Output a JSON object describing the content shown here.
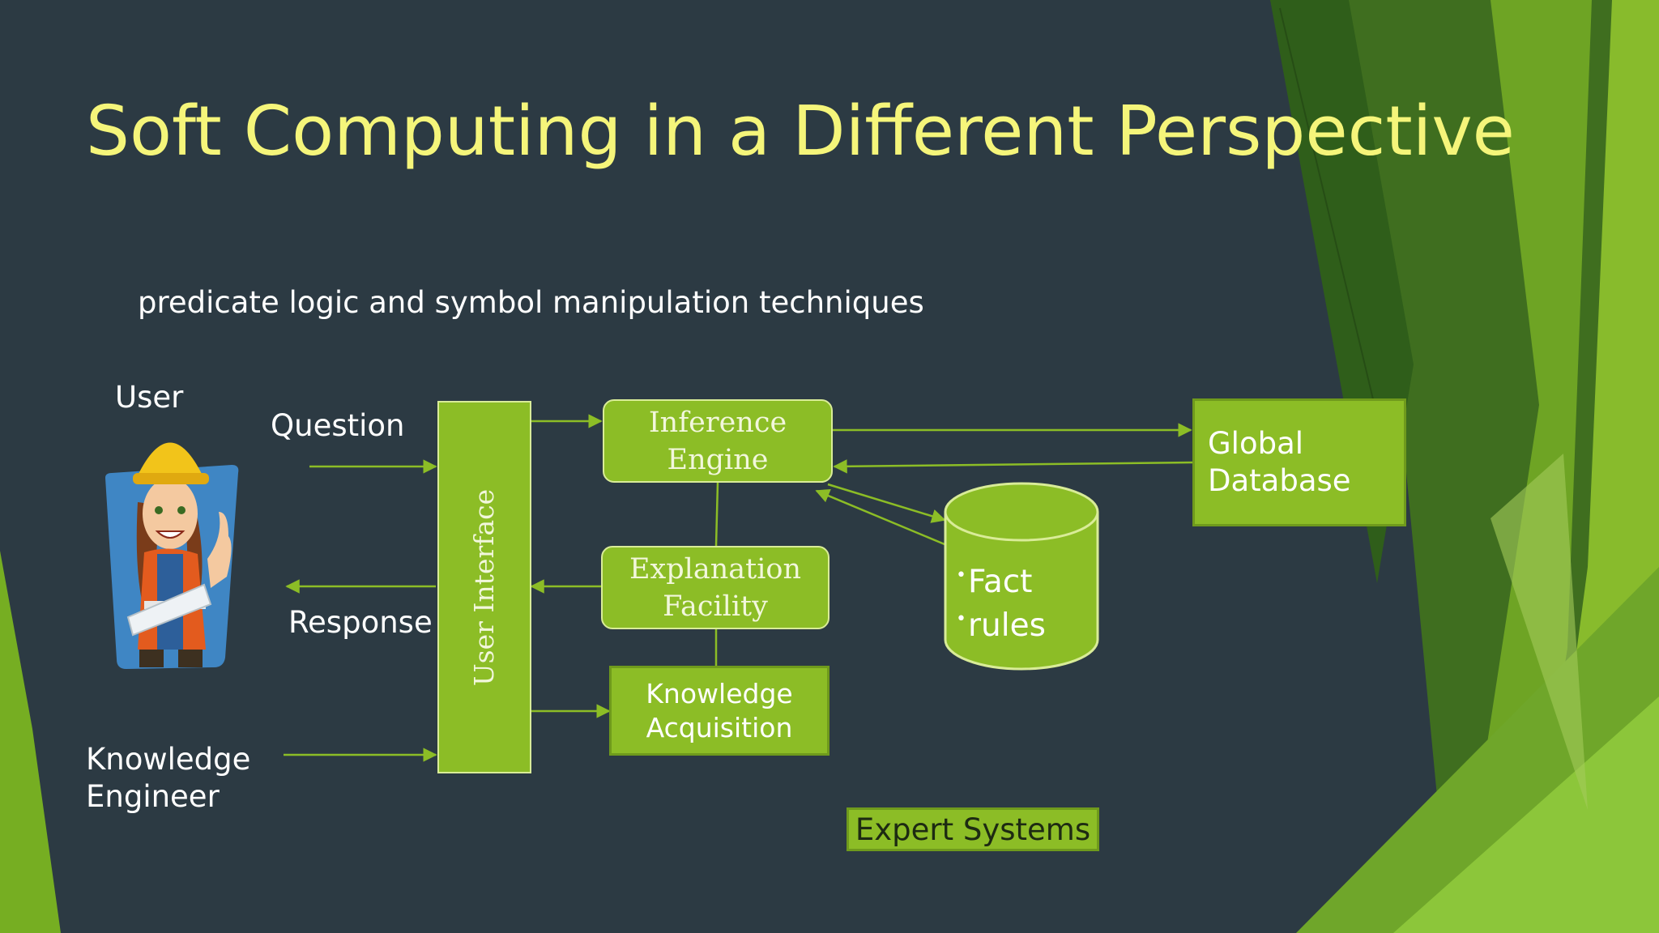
{
  "slide": {
    "title": "Soft Computing in a Different Perspective",
    "subtitle": "predicate logic and symbol manipulation techniques"
  },
  "diagram": {
    "user_label": "User",
    "question_label": "Question",
    "response_label": "Response",
    "knowledge_engineer_line1": "Knowledge",
    "knowledge_engineer_line2": "Engineer",
    "user_interface": "User Interface",
    "inference_engine_line1": "Inference",
    "inference_engine_line2": "Engine",
    "explanation_line1": "Explanation",
    "explanation_line2": "Facility",
    "knowledge_acq_line1": "Knowledge",
    "knowledge_acq_line2": "Acquisition",
    "global_db_line1": "Global",
    "global_db_line2": "Database",
    "kb_items": [
      "Fact",
      "rules"
    ],
    "caption": "Expert Systems"
  },
  "colors": {
    "background": "#2c3a43",
    "title": "#f5f57a",
    "box_fill": "#8cbd26",
    "arrow": "#8cbd26"
  },
  "icons": {
    "user_avatar": "construction-worker-avatar"
  }
}
